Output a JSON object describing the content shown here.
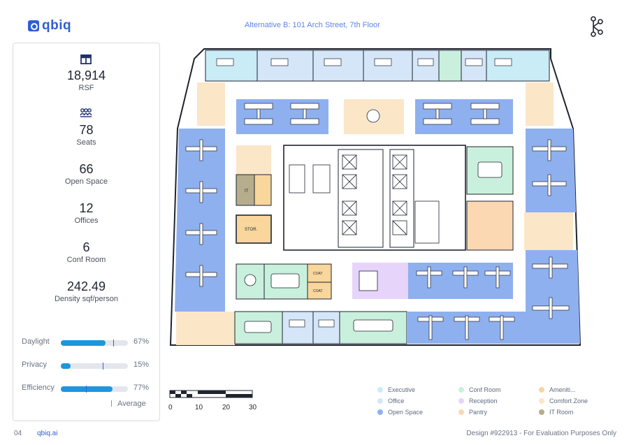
{
  "brand": {
    "name": "qbiq",
    "site": "qbiq.ai"
  },
  "header": {
    "title": "Alternative B: 101 Arch Street, 7th Floor"
  },
  "metrics": [
    {
      "value": "18,914",
      "label": "RSF",
      "icon": "floor-plan-icon"
    },
    {
      "value": "78",
      "label": "Seats",
      "icon": "people-icon"
    },
    {
      "value": "66",
      "label": "Open Space"
    },
    {
      "value": "12",
      "label": "Offices"
    },
    {
      "value": "6",
      "label": "Conf Room"
    },
    {
      "value": "242.49",
      "label": "Density sqf/person"
    }
  ],
  "ratings": [
    {
      "label": "Daylight",
      "percent": 67,
      "percent_text": "67%",
      "average": 78
    },
    {
      "label": "Privacy",
      "percent": 15,
      "percent_text": "15%",
      "average": 62
    },
    {
      "label": "Efficiency",
      "percent": 77,
      "percent_text": "77%",
      "average": 37
    }
  ],
  "average_label": "Average",
  "room_labels": {
    "it": "IT",
    "stor": "STOR.",
    "coat": "COAT"
  },
  "scale": {
    "ticks": [
      "0",
      "10",
      "20",
      "30"
    ]
  },
  "legend": [
    {
      "label": "Executive",
      "color": "#c9ecf7"
    },
    {
      "label": "Office",
      "color": "#d6e6f9"
    },
    {
      "label": "Open Space",
      "color": "#8fb0ee"
    },
    {
      "label": "Conf Room",
      "color": "#c9f0dc"
    },
    {
      "label": "Reception",
      "color": "#e7d4fb"
    },
    {
      "label": "Pantry",
      "color": "#fbd8b2"
    },
    {
      "label": "Ameniti...",
      "color": "#f8d69c"
    },
    {
      "label": "Comfort Zone",
      "color": "#fbe6c8"
    },
    {
      "label": "IT Room",
      "color": "#b6ad8c"
    }
  ],
  "footer": {
    "page": "04",
    "design": "Design #922913 - For Evaluation Purposes Only"
  },
  "colors": {
    "accent": "#2f5fd7",
    "bar_fill": "#1d96dd",
    "open_space": "#8fb0ee",
    "office": "#d6e6f9",
    "executive": "#c9ecf7",
    "conf": "#c9f0dc",
    "reception": "#e7d4fb",
    "pantry": "#fbd8b2",
    "amenities": "#f8d69c",
    "comfort": "#fbe6c8",
    "it_room": "#b6ad8c",
    "corridor": "#ffffff"
  }
}
